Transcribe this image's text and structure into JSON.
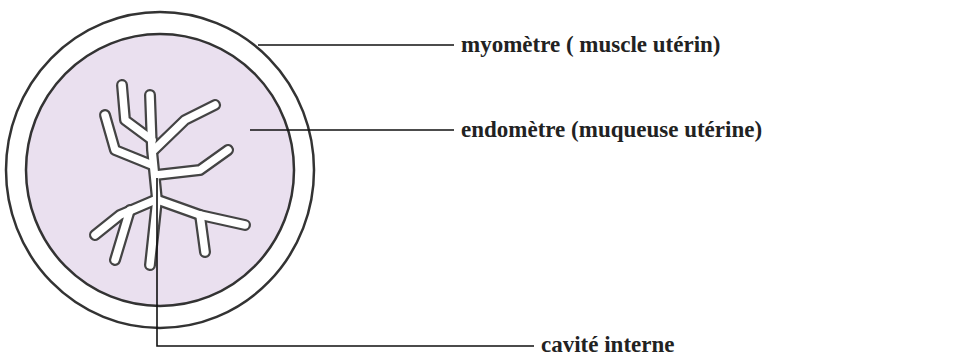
{
  "diagram": {
    "labels": [
      "myomètre ( muscle utérin)",
      "endomètre (muqueuse utérine)",
      "cavité interne"
    ]
  }
}
